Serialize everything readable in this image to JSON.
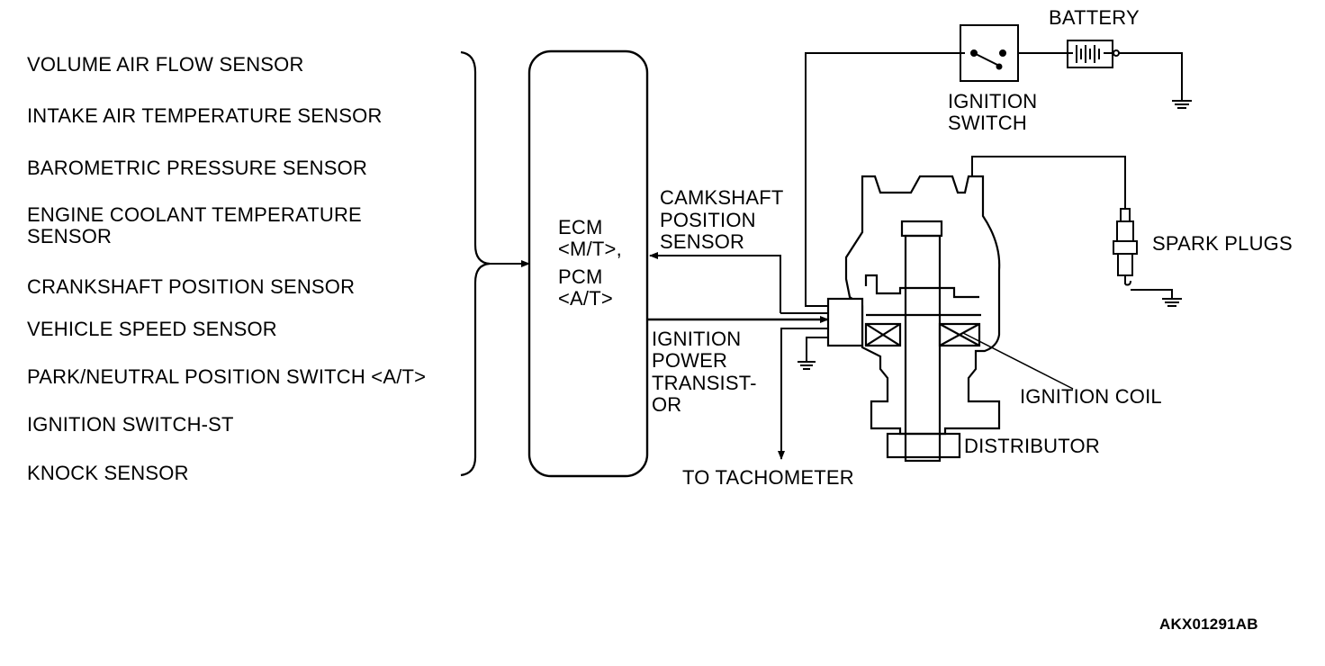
{
  "sensors": [
    "VOLUME AIR FLOW SENSOR",
    "INTAKE AIR TEMPERATURE SENSOR",
    "BAROMETRIC PRESSURE SENSOR",
    "ENGINE COOLANT TEMPERATURE",
    "SENSOR",
    "CRANKSHAFT POSITION SENSOR",
    "VEHICLE SPEED SENSOR",
    "PARK/NEUTRAL POSITION SWITCH <A/T>",
    "IGNITION SWITCH-ST",
    "KNOCK SENSOR"
  ],
  "ecm": {
    "line1": "ECM",
    "line2": "<M/T>,",
    "line3": "PCM",
    "line4": "<A/T>"
  },
  "camshaft": {
    "line1": "CAMKSHAFT",
    "line2": "POSITION",
    "line3": "SENSOR"
  },
  "power_transistor": {
    "line1": "IGNITION",
    "line2": "POWER",
    "line3": "TRANSIST-",
    "line4": "OR"
  },
  "tachometer": "TO TACHOMETER",
  "battery": "BATTERY",
  "ignition_switch": {
    "line1": "IGNITION",
    "line2": "SWITCH"
  },
  "spark_plugs": "SPARK PLUGS",
  "ignition_coil": "IGNITION COIL",
  "distributor": "DISTRIBUTOR",
  "figure_ref": "AKX01291AB"
}
